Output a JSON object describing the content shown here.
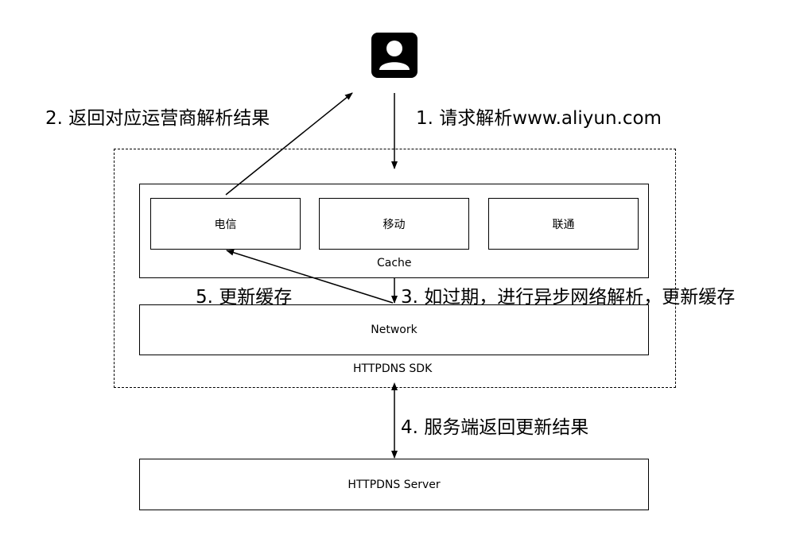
{
  "steps": {
    "step1": "1. 请求解析www.aliyun.com",
    "step2": "2. 返回对应运营商解析结果",
    "step3": "3. 如过期，进行异步网络解析，更新缓存",
    "step4": "4. 服务端返回更新结果",
    "step5": "5. 更新缓存"
  },
  "sdk": {
    "label": "HTTPDNS SDK",
    "cache": {
      "label": "Cache",
      "carriers": [
        "电信",
        "移动",
        "联通"
      ]
    },
    "network": "Network"
  },
  "server": "HTTPDNS Server",
  "icons": {
    "user": "user-icon"
  }
}
